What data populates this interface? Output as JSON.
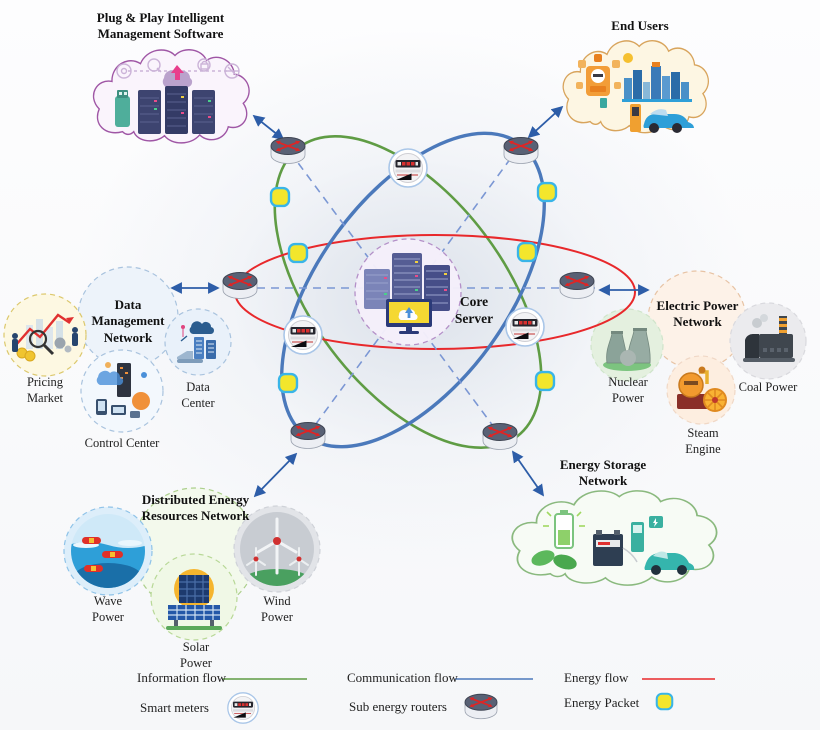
{
  "nodes": {
    "plug_play": "Plug & Play Intelligent Management Software",
    "end_users": "End Users",
    "data_management": "Data Management Network",
    "electric_power": "Electric Power Network",
    "distributed_energy": "Distributed Energy Resources Network",
    "energy_storage": "Energy Storage Network",
    "core_server": "Core Server"
  },
  "subnodes": {
    "data_management": [
      "Pricing Market",
      "Control Center",
      "Data Center"
    ],
    "electric_power": [
      "Nuclear Power",
      "Steam Engine",
      "Coal Power"
    ],
    "distributed_energy": [
      "Wave Power",
      "Solar Power",
      "Wind Power"
    ]
  },
  "legend": {
    "information_flow": "Information flow",
    "communication_flow": "Communication flow",
    "energy_flow": "Energy flow",
    "smart_meters": "Smart meters",
    "sub_energy_routers": "Sub energy routers",
    "energy_packet": "Energy Packet"
  },
  "colors": {
    "information_flow": "#5f9c44",
    "communication_flow": "#4b79bb",
    "energy_flow": "#e8282b",
    "energy_packet_fill": "#f3e62c",
    "energy_packet_border": "#39b5e8",
    "arrow": "#2d5da8",
    "dashed_link": "#7b97d4"
  }
}
